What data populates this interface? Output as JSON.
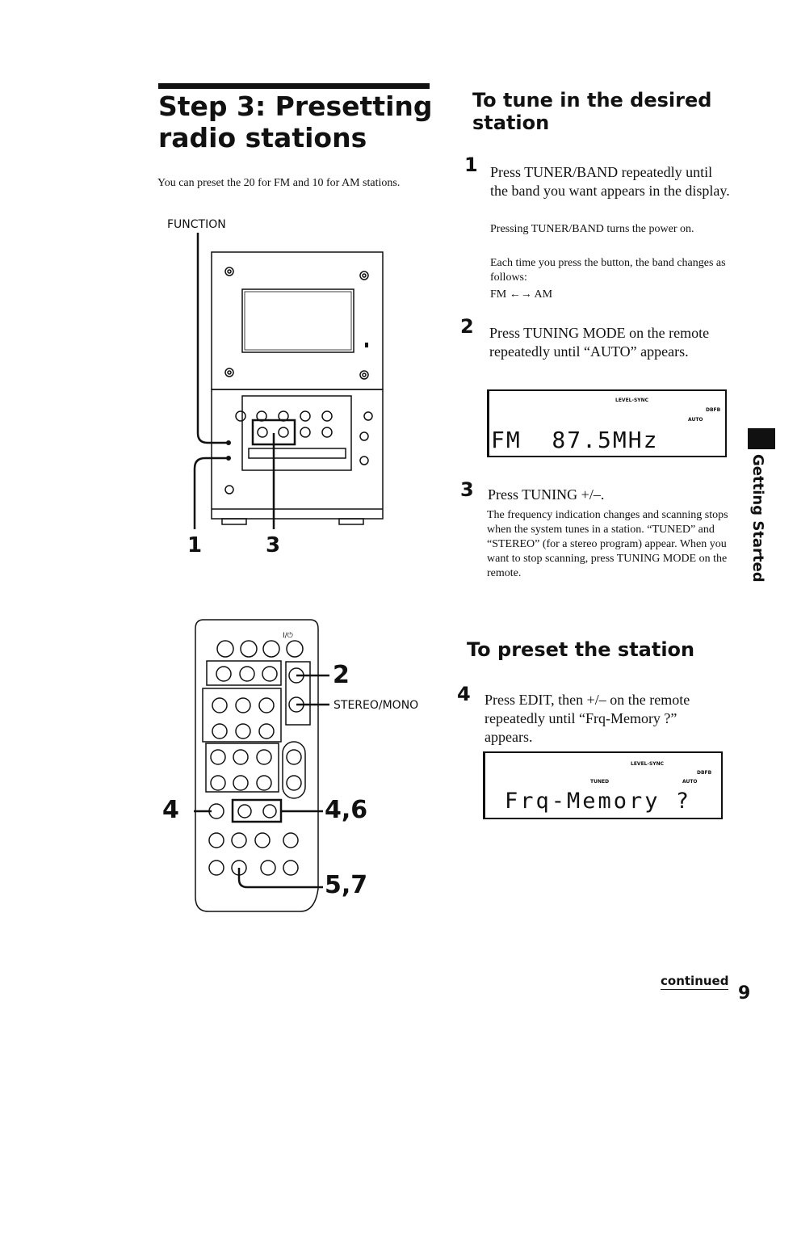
{
  "left": {
    "title_line1": "Step 3:  Presetting",
    "title_line2": "radio stations",
    "intro": "You can preset the 20 for FM and 10 for AM stations.",
    "function_label": "FUNCTION",
    "callout_1": "1",
    "callout_3": "3",
    "remote_callouts": {
      "c2": "2",
      "stereo_mono": "STEREO/MONO",
      "c4": "4",
      "c46": "4,6",
      "c57": "5,7",
      "power_symbol": "I/⏻"
    }
  },
  "tune": {
    "heading_line1": "To tune in the desired",
    "heading_line2": "station",
    "steps": [
      {
        "num": "1",
        "main": "Press TUNER/BAND repeatedly until the band you want appears in the display.",
        "sub1": "Pressing TUNER/BAND turns the power on.",
        "sub2": "Each time you press the button, the band changes as follows:",
        "sub3": "FM ←→ AM"
      },
      {
        "num": "2",
        "main": "Press TUNING MODE on the remote repeatedly until “AUTO” appears."
      },
      {
        "num": "3",
        "main": "Press TUNING +/–.",
        "sub1": "The frequency indication changes and scanning stops when the system tunes in a station. “TUNED” and “STEREO” (for a stereo program) appear. When you want to stop scanning, press TUNING MODE on the remote."
      }
    ],
    "lcd1": {
      "level_sync": "LEVEL-SYNC",
      "dbfb": "DBFB",
      "auto": "AUTO",
      "text": "FM  87.5MHz"
    }
  },
  "preset": {
    "heading": "To preset the station",
    "step4": {
      "num": "4",
      "main": "Press EDIT, then +/– on the remote repeatedly until “Frq-Memory ?” appears."
    },
    "lcd2": {
      "level_sync": "LEVEL-SYNC",
      "dbfb": "DBFB",
      "tuned": "TUNED",
      "auto": "AUTO",
      "text": "Frq-Memory ?"
    }
  },
  "side_tab": "Getting Started",
  "footer": {
    "continued": "continued",
    "page_number": "9"
  }
}
